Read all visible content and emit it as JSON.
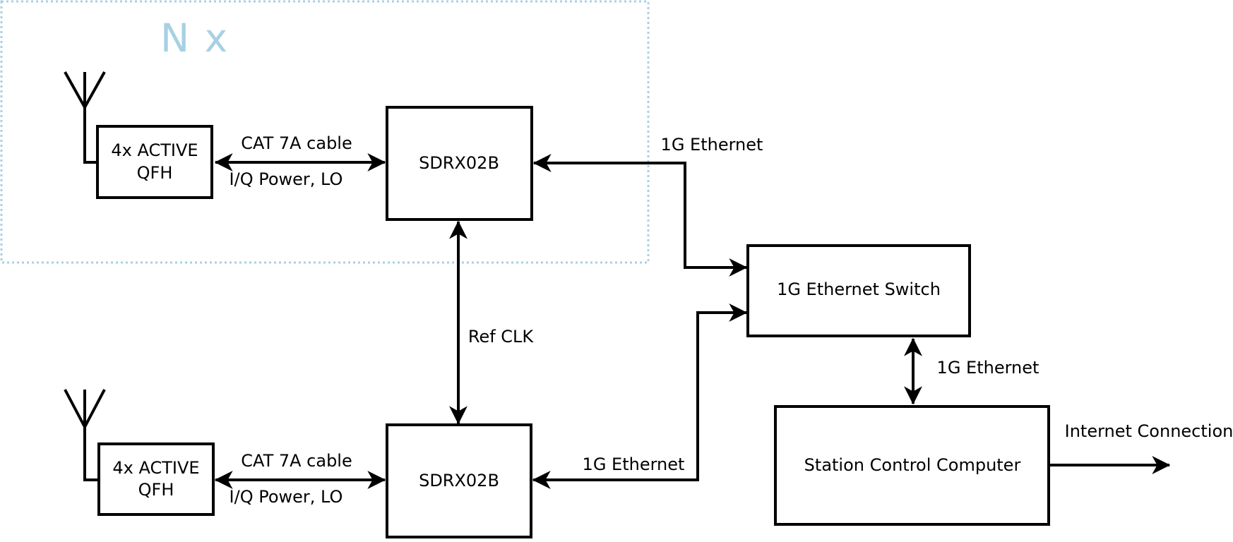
{
  "diagram": {
    "replication": "N x",
    "nodes": {
      "qfh_top_line1": "4x ACTIVE",
      "qfh_top_line2": "QFH",
      "sdrx_top": "SDRX02B",
      "qfh_bottom_line1": "4x ACTIVE",
      "qfh_bottom_line2": "QFH",
      "sdrx_bottom": "SDRX02B",
      "ethernet_switch": "1G Ethernet Switch",
      "station_computer": "Station Control Computer"
    },
    "labels": {
      "cat7a_top": "CAT 7A cable",
      "iq_top": "I/Q Power, LO",
      "cat7a_bottom": "CAT 7A cable",
      "iq_bottom": "I/Q Power, LO",
      "eth_top": "1G Ethernet",
      "eth_bottom": "1G Ethernet",
      "eth_switch_pc": "1G Ethernet",
      "ref_clk": "Ref CLK",
      "internet": "Internet Connection"
    },
    "colors": {
      "accent": "#a7d1e3",
      "line": "#000000",
      "background": "#ffffff"
    }
  }
}
